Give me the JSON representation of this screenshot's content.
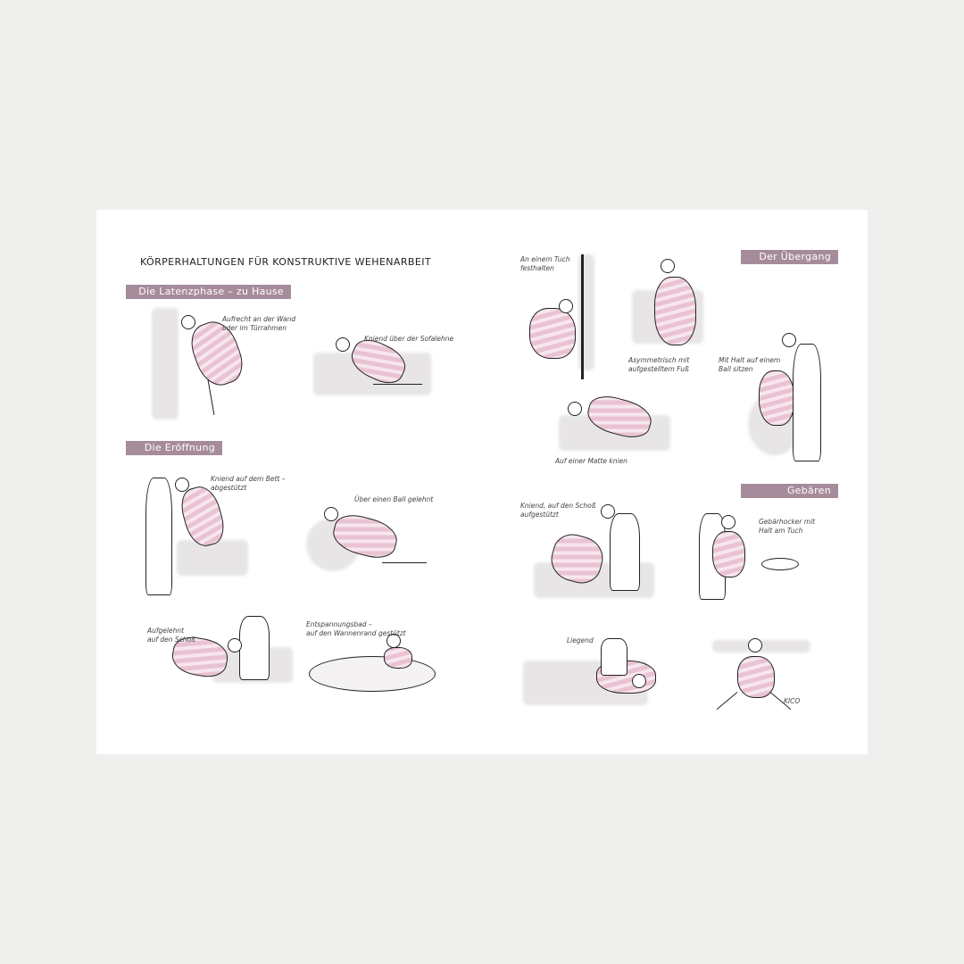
{
  "title": "KÖRPERHALTUNGEN FÜR KONSTRUKTIVE WEHENARBEIT",
  "sections": {
    "latent": "Die Latenzphase – zu Hause",
    "opening": "Die Eröffnung",
    "transition": "Der Übergang",
    "birth": "Gebären"
  },
  "captions": {
    "wall": [
      "Aufrecht an der Wand",
      "oder im Türrahmen"
    ],
    "sofa": [
      "Kniend über der Sofalehne"
    ],
    "bed": [
      "Kniend auf dem Bett –",
      "abgestützt"
    ],
    "ball_lean": [
      "Über einen Ball gelehnt"
    ],
    "lap": [
      "Aufgelehnt",
      "auf den Schoß"
    ],
    "bath": [
      "Entspannungsbad –",
      "auf den Wannenrand gestützt"
    ],
    "cloth": [
      "An einem Tuch",
      "festhalten"
    ],
    "asym": [
      "Asymmetrisch mit",
      "aufgestelltem Fuß"
    ],
    "ball_sit": [
      "Mit Halt auf einem",
      "Ball sitzen"
    ],
    "mat": [
      "Auf einer Matte knien"
    ],
    "lap_kneel": [
      "Kniend, auf den Schoß",
      "aufgestützt"
    ],
    "stool": [
      "Gebärhocker mit",
      "Halt am Tuch"
    ],
    "lying": [
      "Liegend"
    ],
    "kico": [
      "KICO"
    ]
  }
}
